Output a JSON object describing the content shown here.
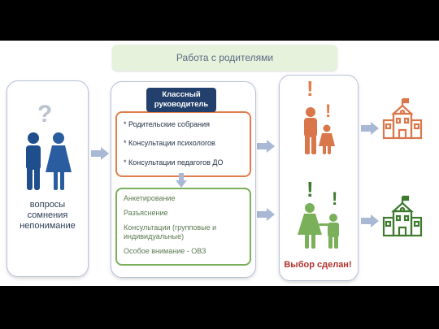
{
  "title": "Работа с родителями",
  "left_panel": {
    "question_mark": "?",
    "lines": [
      "вопросы",
      "сомнения",
      "непонимание"
    ]
  },
  "middle_panel": {
    "badge": "Классный руководитель",
    "orange_items": [
      "* Родительские собрания",
      "* Консультации психологов",
      "* Консультации педагогов ДО"
    ],
    "green_items": [
      "Анкетирование",
      "Разъяснение",
      "Консультации (групповые и индивидуальные)",
      "Особое внимание - ОВЗ"
    ]
  },
  "right_panel": {
    "exclamation": "!",
    "result": "Выбор сделан!"
  },
  "colors": {
    "title_bg": "#e6f2dc",
    "badge_bg": "#233f6b",
    "orange_border": "#e27d4b",
    "green_border": "#7ab05a",
    "male_blue": "#1e4e8c",
    "female_blue": "#2a5d9f",
    "orange_figure": "#d9774a",
    "green_figure": "#7ab05a",
    "arrow": "#a9b8d4",
    "result_red": "#b0312d"
  },
  "icons": [
    "question-icon",
    "man-icon",
    "woman-icon",
    "arrow-right-icon",
    "parent-child-orange-icon",
    "parent-child-green-icon",
    "school-orange-icon",
    "school-green-icon",
    "exclamation-icon"
  ]
}
